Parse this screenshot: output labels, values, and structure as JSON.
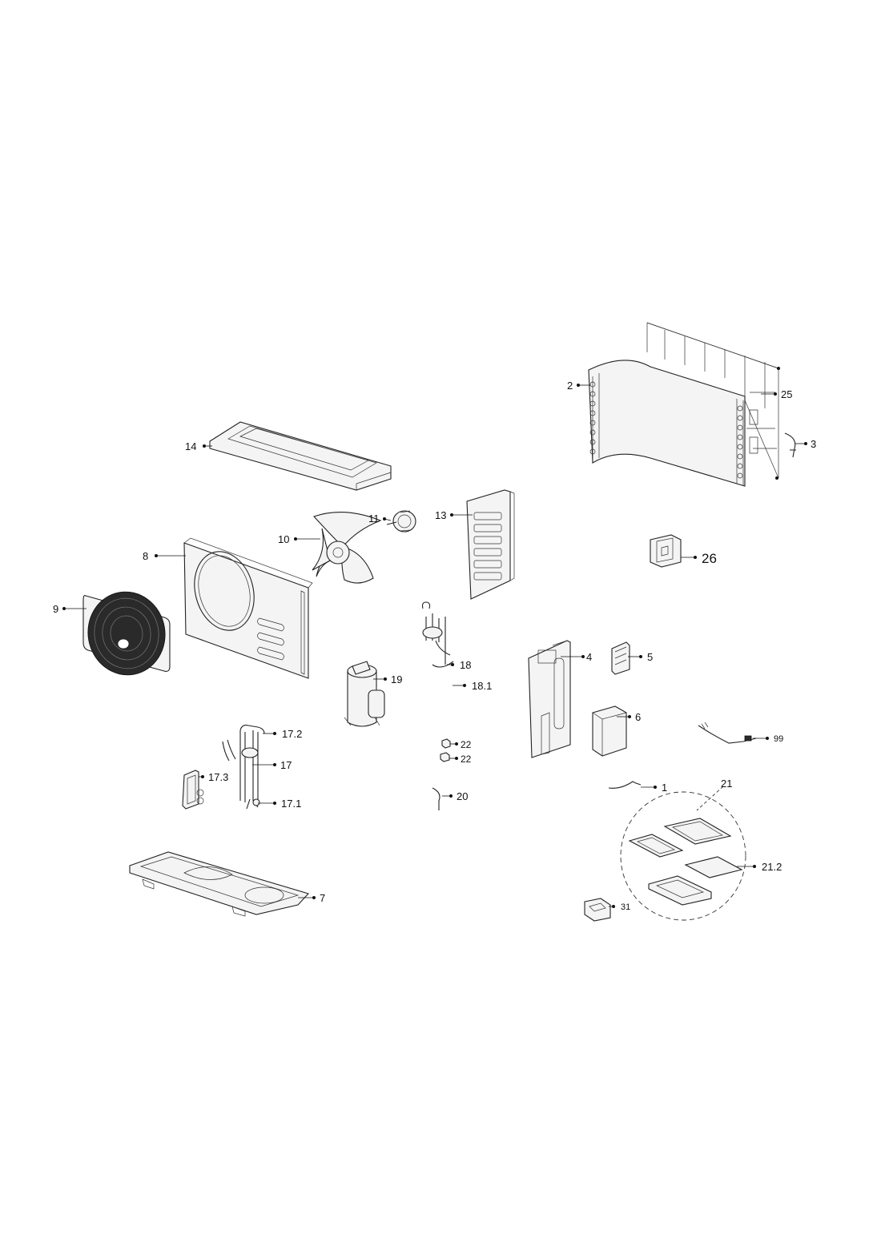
{
  "callouts": {
    "c1": "1",
    "c2": "2",
    "c3": "3",
    "c4": "4",
    "c5": "5",
    "c6": "6",
    "c7": "7",
    "c8": "8",
    "c9": "9",
    "c10": "10",
    "c11": "11",
    "c13": "13",
    "c14": "14",
    "c17": "17",
    "c17_1": "17.1",
    "c17_2": "17.2",
    "c17_3": "17.3",
    "c18": "18",
    "c18_1": "18.1",
    "c19": "19",
    "c20": "20",
    "c21": "21",
    "c21_2": "21.2",
    "c22a": "22",
    "c22b": "22",
    "c25": "25",
    "c26": "26",
    "c31": "31",
    "c99": "99"
  },
  "parts": {
    "p1": "wire-part-icon",
    "p2": "condenser-coil-icon",
    "p3": "bracket-clip-icon",
    "p4": "partition-plate-icon",
    "p5": "terminal-block-icon",
    "p6": "cover-box-icon",
    "p7": "base-pan-icon",
    "p8": "front-panel-icon",
    "p9": "fan-grille-icon",
    "p10": "fan-blade-icon",
    "p11": "fan-motor-icon",
    "p13": "side-panel-icon",
    "p14": "top-cover-icon",
    "p17": "valve-assembly-icon",
    "p18": "four-way-valve-icon",
    "p19": "compressor-icon",
    "p20": "pipe-part-icon",
    "p21": "control-box-assembly-icon",
    "p22": "nut-icon",
    "p25": "rear-guard-icon",
    "p26": "reactor-icon",
    "p31": "pcb-board-icon",
    "p99": "cable-harness-icon"
  }
}
